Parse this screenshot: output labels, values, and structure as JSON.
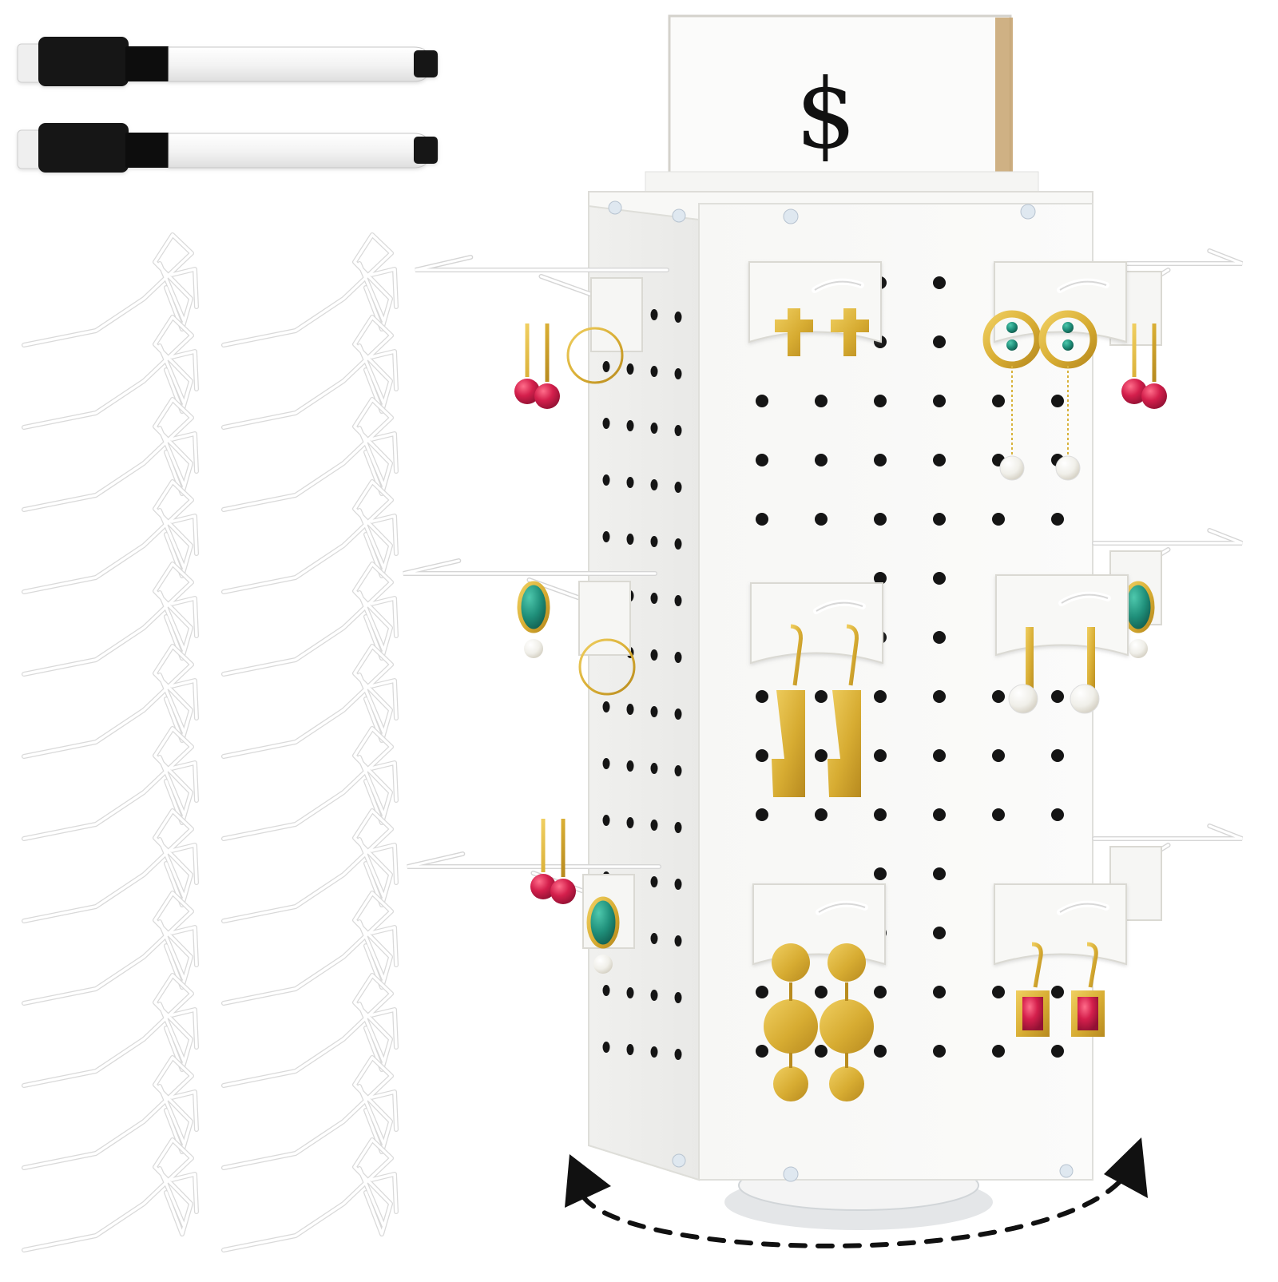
{
  "scene": {
    "kind": "product photo",
    "background_color": "#ffffff",
    "product_color": "#f4f4f2",
    "hole_color": "#151515",
    "gold_color": "#d8b23c",
    "red_color": "#d41f4c",
    "green_color": "#1f8f7a"
  },
  "sign": {
    "symbol": "$"
  },
  "markers": [
    {
      "name": "dry-erase-marker-1",
      "body_color": "#ffffff",
      "cap_color": "#111111"
    },
    {
      "name": "dry-erase-marker-2",
      "body_color": "#ffffff",
      "cap_color": "#111111"
    }
  ],
  "hooks": {
    "count": 24,
    "columns": 2,
    "rows": 12,
    "color": "#ffffff"
  },
  "display": {
    "front_columns": 6,
    "front_rows": 14,
    "side_columns": 4,
    "side_rows": 14,
    "rotation_arrows": [
      "rotate-left-arrow",
      "rotate-right-arrow"
    ]
  },
  "jewelry_cards": [
    {
      "name": "cross-stud-earrings",
      "style": "gold cross studs"
    },
    {
      "name": "ring-drop-earrings",
      "style": "gold circle drops with pearls"
    },
    {
      "name": "bar-earrings",
      "style": "gold angular bars"
    },
    {
      "name": "pearl-bar-earrings",
      "style": "gold bars with pearls"
    },
    {
      "name": "disc-drop-earrings",
      "style": "gold discs"
    },
    {
      "name": "red-square-earrings",
      "style": "gold and red square drops"
    }
  ]
}
